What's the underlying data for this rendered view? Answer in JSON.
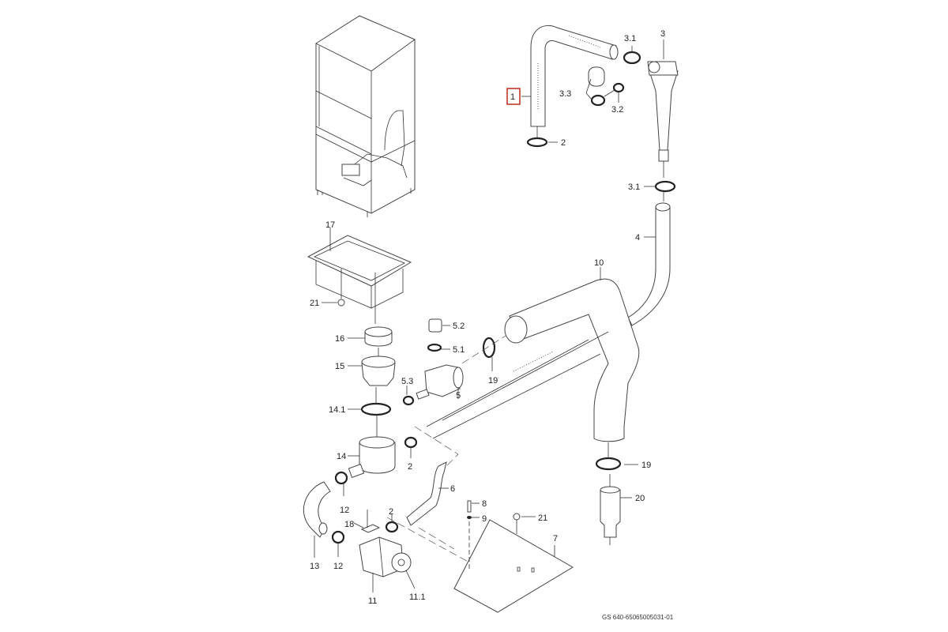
{
  "diagram": {
    "title": "Exploded parts diagram - drain/pump assembly",
    "highlighted_part": "1",
    "highlight_color": "#c0392b",
    "footer": {
      "model": "GS 640-650",
      "doc_number": "65005031-01"
    },
    "labels": {
      "p1": "1",
      "p2a": "2",
      "p2b": "2",
      "p2c": "2",
      "p3": "3",
      "p3_1a": "3.1",
      "p3_1b": "3.1",
      "p3_2": "3.2",
      "p3_3": "3.3",
      "p4": "4",
      "p5": "5",
      "p5_1": "5.1",
      "p5_2": "5.2",
      "p5_3": "5.3",
      "p6": "6",
      "p7": "7",
      "p8": "8",
      "p9": "9",
      "p10": "10",
      "p11": "11",
      "p11_1": "11.1",
      "p12a": "12",
      "p12b": "12",
      "p13": "13",
      "p14": "14",
      "p14_1": "14.1",
      "p15": "15",
      "p16": "16",
      "p17": "17",
      "p18": "18",
      "p19a": "19",
      "p19b": "19",
      "p20": "20",
      "p21a": "21",
      "p21b": "21"
    }
  }
}
